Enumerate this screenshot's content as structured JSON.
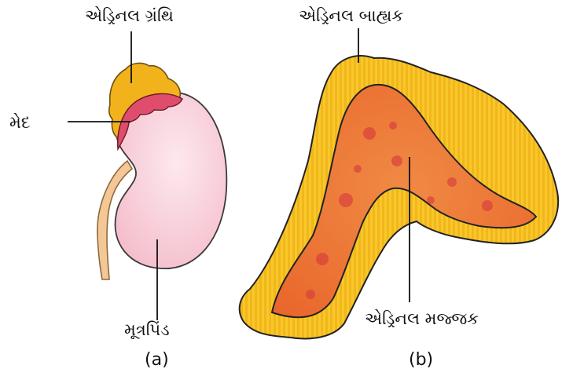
{
  "labels": {
    "adrenal_gland": "એડ્રિનલ ગ્રંથિ",
    "fat": "મેદ",
    "kidney": "મૂત્રપિંડ",
    "adrenal_cortex": "એડ્રિનલ બાહ્યક",
    "adrenal_medulla": "એડ્રિનલ મજ્જક"
  },
  "captions": {
    "a": "(a)",
    "b": "(b)"
  },
  "colors": {
    "gland_yellow": "#f2b21c",
    "cortex_band": "#f7c928",
    "fat_pink": "#e04d6c",
    "kidney_fill": "#f9d4dc",
    "ureter": "#f6c796",
    "medulla": "#ee7634"
  }
}
